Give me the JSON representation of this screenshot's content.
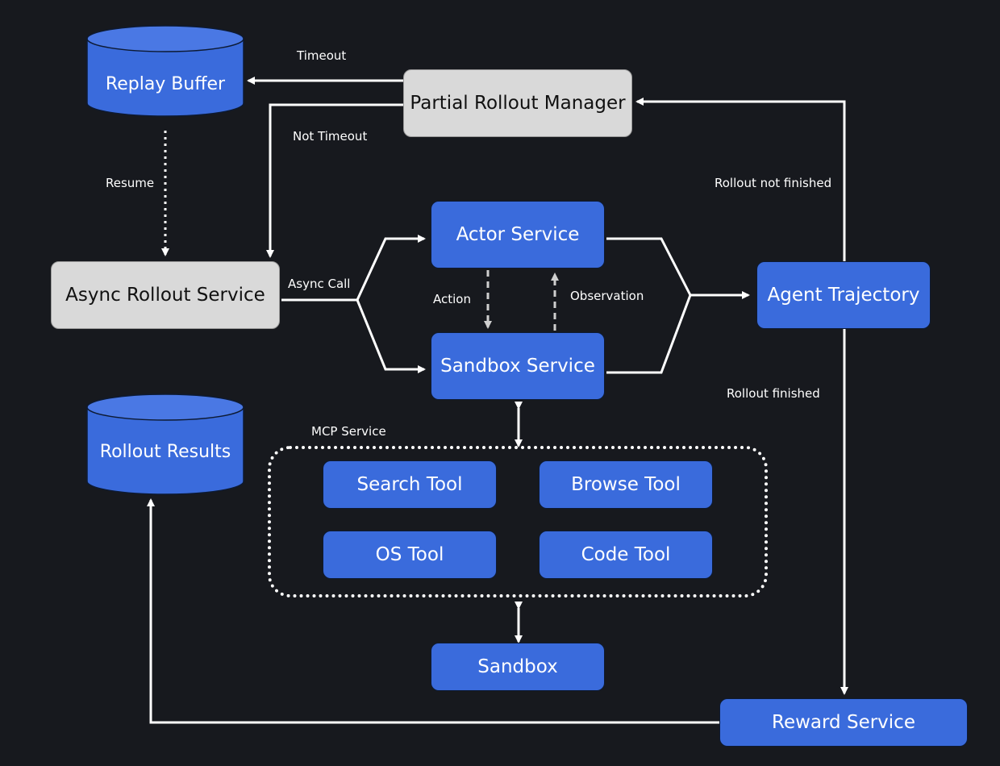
{
  "nodes": {
    "replay_buffer": "Replay Buffer",
    "partial_rollout_manager": "Partial Rollout Manager",
    "async_rollout_service": "Async Rollout Service",
    "actor_service": "Actor Service",
    "sandbox_service": "Sandbox Service",
    "agent_trajectory": "Agent Trajectory",
    "rollout_results": "Rollout Results",
    "search_tool": "Search Tool",
    "browse_tool": "Browse Tool",
    "os_tool": "OS Tool",
    "code_tool": "Code Tool",
    "sandbox": "Sandbox",
    "reward_service": "Reward Service"
  },
  "labels": {
    "timeout": "Timeout",
    "not_timeout": "Not Timeout",
    "resume": "Resume",
    "rollout_not_finished": "Rollout not finished",
    "async_call": "Async Call",
    "action": "Action",
    "observation": "Observation",
    "rollout_finished": "Rollout finished",
    "mcp_service": "MCP Service"
  },
  "colors": {
    "background": "#17191e",
    "node_blue": "#3a6bdc",
    "node_gray": "#d9d9d9",
    "arrow": "#ffffff",
    "dashed_arrow": "#d0d0d0"
  }
}
